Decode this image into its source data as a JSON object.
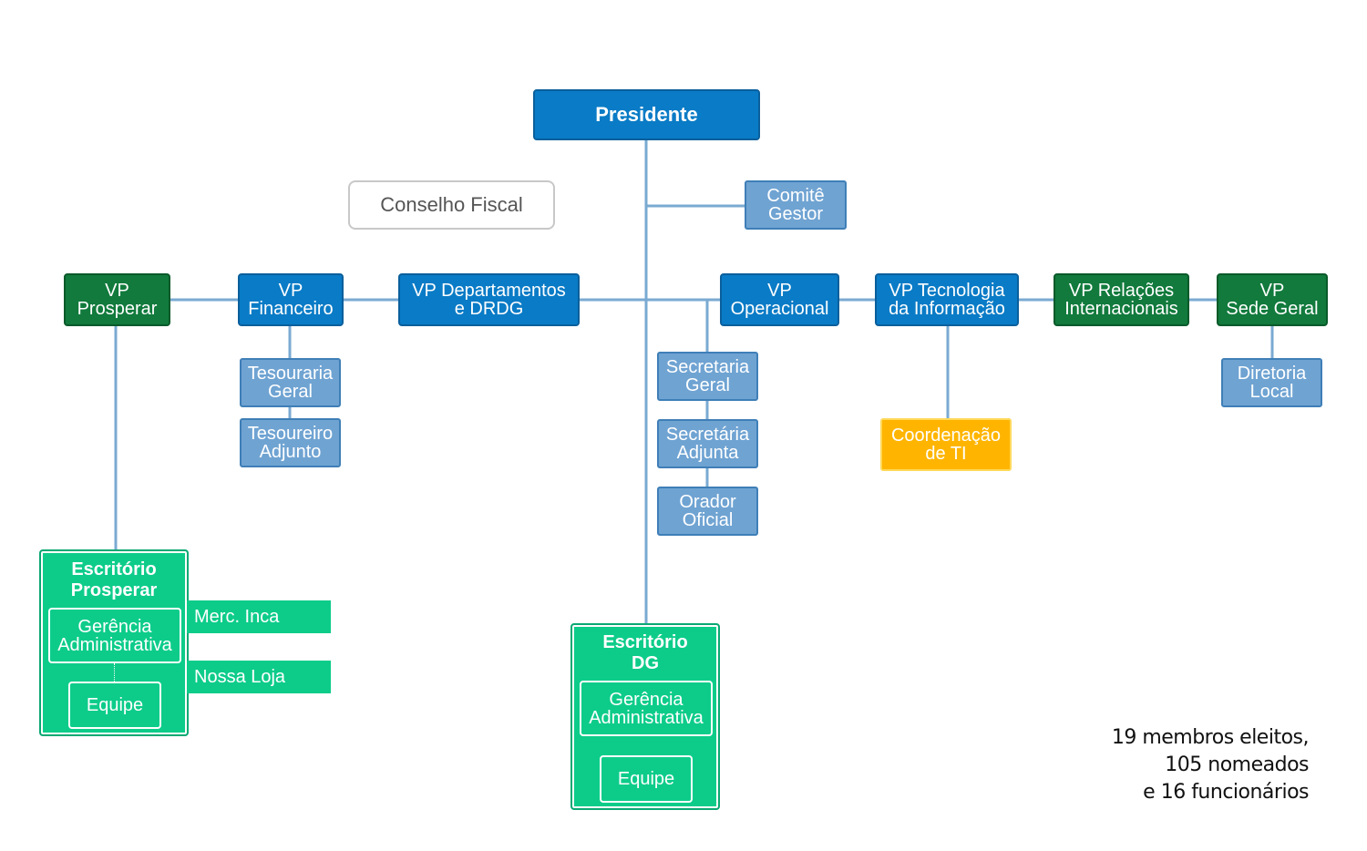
{
  "nodes": {
    "presidente": "Presidente",
    "conselho_fiscal": "Conselho Fiscal",
    "comite_gestor": "Comitê\nGestor",
    "vp_prosperar": "VP\nProsperar",
    "vp_financeiro": "VP\nFinanceiro",
    "vp_departamentos": "VP Departamentos\ne DRDG",
    "vp_operacional": "VP\nOperacional",
    "vp_tecnologia": "VP Tecnologia\nda Informação",
    "vp_relacoes": "VP Relações\nInternacionais",
    "vp_sede_geral": "VP\nSede Geral",
    "tesouraria_geral": "Tesouraria\nGeral",
    "tesoureiro_adjunto": "Tesoureiro\nAdjunto",
    "secretaria_geral": "Secretaria\nGeral",
    "secretaria_adjunta": "Secretária\nAdjunta",
    "orador_oficial": "Orador\nOficial",
    "coordenacao_ti": "Coordenação\nde TI",
    "diretoria_local": "Diretoria\nLocal"
  },
  "escritorio_prosperar": {
    "title": "Escritório\nProsperar",
    "gerencia": "Gerência\nAdministrativa",
    "equipe": "Equipe",
    "merc_inca": "Merc. Inca",
    "nossa_loja": "Nossa Loja"
  },
  "escritorio_dg": {
    "title": "Escritório\nDG",
    "gerencia": "Gerência\nAdministrativa",
    "equipe": "Equipe"
  },
  "note": {
    "line1": "19 membros eleitos,",
    "line2": "105 nomeados",
    "line3": "e 16 funcionários"
  },
  "colors": {
    "vp_blue": "#0a7bc6",
    "light_blue": "#6fa3d2",
    "dark_green": "#117a3c",
    "office_green": "#0dcc8a",
    "orange": "#ffb500",
    "connector": "#7aaad2"
  }
}
